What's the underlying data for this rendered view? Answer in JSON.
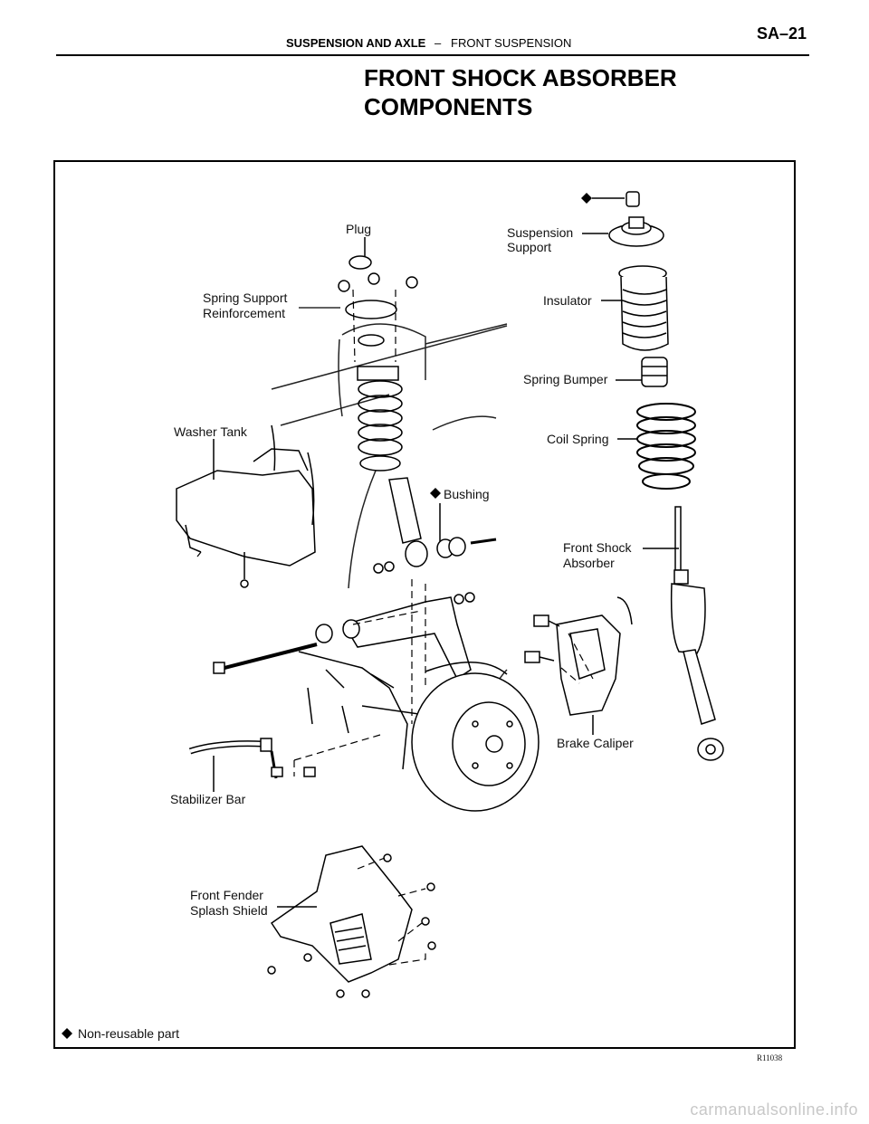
{
  "header": {
    "section": "SUSPENSION AND AXLE",
    "separator": "–",
    "subsection": "FRONT SUSPENSION",
    "page": "SA–21"
  },
  "title": {
    "line1": "FRONT SHOCK ABSORBER",
    "line2": "COMPONENTS"
  },
  "labels": {
    "plug": "Plug",
    "suspension_support_1": "Suspension",
    "suspension_support_2": "Support",
    "spring_support_1": "Spring Support",
    "spring_support_2": "Reinforcement",
    "insulator": "Insulator",
    "spring_bumper": "Spring Bumper",
    "washer_tank": "Washer Tank",
    "coil_spring": "Coil Spring",
    "bushing": "Bushing",
    "front_shock_1": "Front Shock",
    "front_shock_2": "Absorber",
    "brake_caliper": "Brake Caliper",
    "stabilizer_bar": "Stabilizer Bar",
    "splash_shield_1": "Front Fender",
    "splash_shield_2": "Splash Shield",
    "legend": "Non-reusable part",
    "figure_code": "R11038"
  },
  "watermark": "carmanualsonline.info"
}
